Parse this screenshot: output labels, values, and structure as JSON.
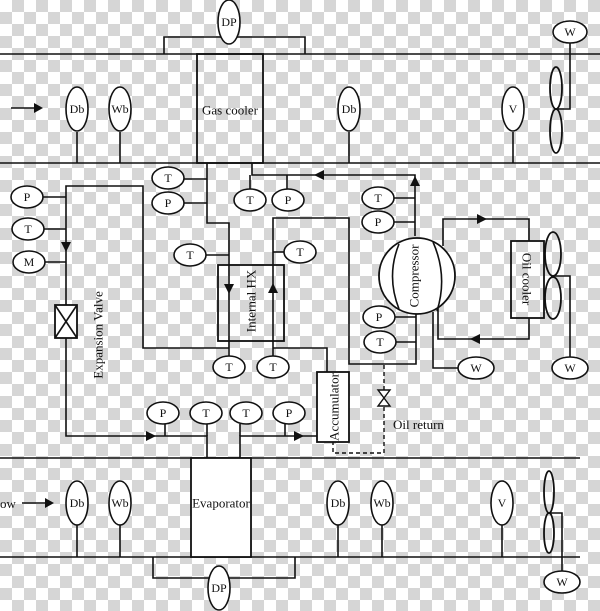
{
  "components": {
    "gas_cooler": "Gas cooler",
    "internal_hx": "Internal HX",
    "compressor": "Compressor",
    "oil_cooler": "Oil cooler",
    "accumulator": "Accumulator",
    "evaporator": "Evaporator",
    "expansion_valve": "Expansion Valve",
    "oil_return": "Oil return"
  },
  "air_flow_label": "ow",
  "sensors": {
    "top_duct": [
      "DP",
      "Db",
      "Wb",
      "Db",
      "V",
      "W"
    ],
    "bottom_duct": [
      "Db",
      "Wb",
      "Db",
      "Wb",
      "V",
      "DP",
      "W"
    ],
    "expansion_inlet": [
      "P",
      "T",
      "M"
    ],
    "gas_cooler_outlet": [
      "T",
      "P"
    ],
    "compressor_discharge_line": [
      "T",
      "P"
    ],
    "compressor_outlet": [
      "T",
      "P"
    ],
    "internal_hx": [
      "T",
      "T",
      "T",
      "T"
    ],
    "compressor_suction": [
      "P",
      "T"
    ],
    "compressor_power": "W",
    "oil_cooler_fan_power": "W",
    "evaporator_ports": [
      "P",
      "T",
      "T",
      "P"
    ]
  },
  "colors": {
    "line": "#111111",
    "checker_light": "#ffffff",
    "checker_dark": "#d6d6d6"
  }
}
